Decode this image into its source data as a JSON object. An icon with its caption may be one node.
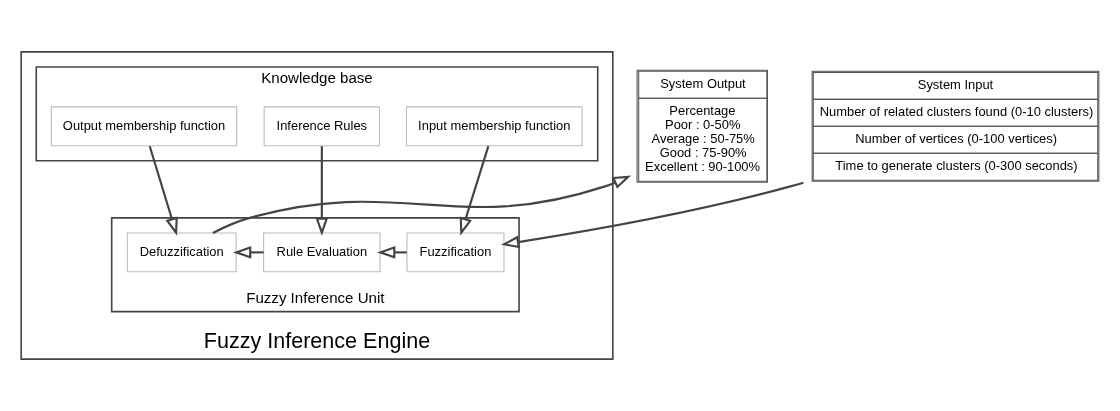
{
  "diagram": {
    "nodes": [
      {
        "text": [
          "Fuzzy Inference Engine"
        ]
      },
      {
        "text": [
          "Knowledge base"
        ],
        "in": 0
      },
      {
        "text": [
          "Input membership function"
        ],
        "in": 1
      },
      {
        "text": [
          "Inference Rules"
        ],
        "in": 1
      },
      {
        "text": [
          "Output membership function"
        ],
        "in": 1
      },
      {
        "text": [
          "Fuzzy Inference Unit"
        ],
        "in": 0
      },
      {
        "text": [
          "Fuzzification"
        ],
        "in": 5
      },
      {
        "text": [
          "Rule Evaluation"
        ],
        "in": 5
      },
      {
        "text": [
          "Defuzzification"
        ],
        "in": 5
      },
      {
        "text": [
          "System Input",
          "Number of related clusters found (0-10 clusters)",
          "Number of vertices (0-100 vertices)",
          "Time to generate clusters (0-300 seconds)"
        ]
      },
      {
        "text": [
          "System Output",
          "Percentage",
          "Poor : 0-50%",
          "Average : 50-75%",
          "Good : 75-90%",
          "Excellent : 90-100%"
        ]
      }
    ],
    "edges": [
      {
        "from": 9,
        "to": 6,
        "arrow": "to"
      },
      {
        "from": 6,
        "to": 7,
        "arrow": "to"
      },
      {
        "from": 7,
        "to": 8,
        "arrow": "to"
      },
      {
        "from": 8,
        "to": 10,
        "arrow": "to"
      },
      {
        "from": 2,
        "to": 6,
        "arrow": "to"
      },
      {
        "from": 3,
        "to": 7,
        "arrow": "to"
      },
      {
        "from": 4,
        "to": 8,
        "arrow": "to"
      }
    ]
  }
}
